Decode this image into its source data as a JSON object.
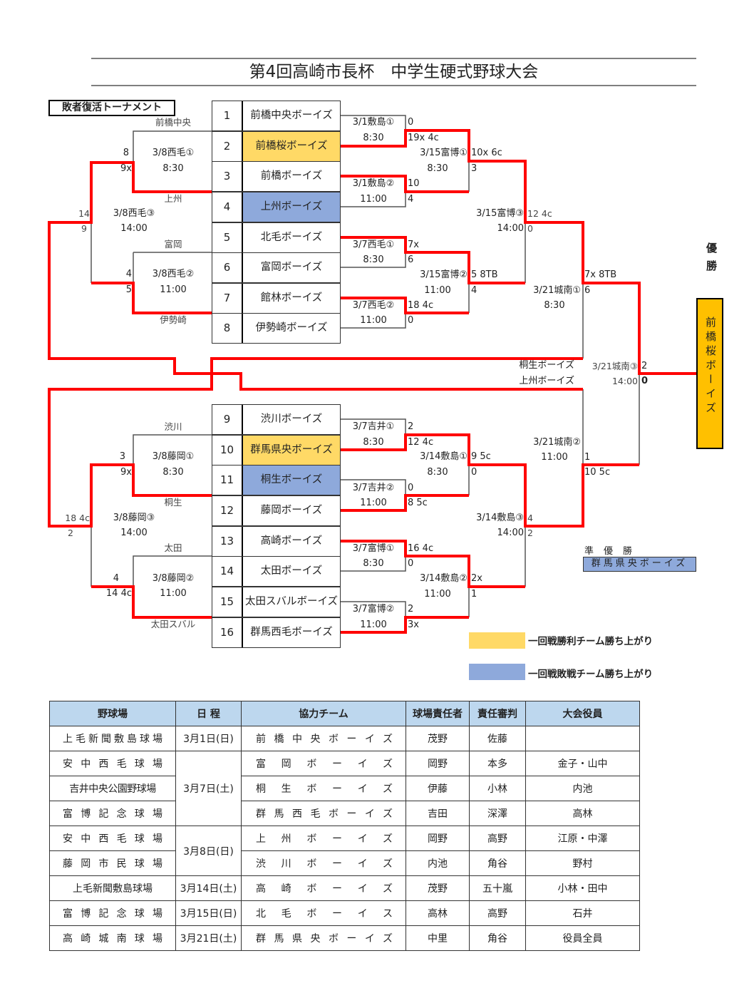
{
  "title": "第4回高崎市長杯　中学生硬式野球大会",
  "consolation_title": "敗者復活トーナメント",
  "teams": [
    {
      "seed": "1",
      "name": "前橋中央ボーイズ"
    },
    {
      "seed": "2",
      "name": "前橋桜ボーイズ"
    },
    {
      "seed": "3",
      "name": "前橋ボーイズ"
    },
    {
      "seed": "4",
      "name": "上州ボーイズ"
    },
    {
      "seed": "5",
      "name": "北毛ボーイズ"
    },
    {
      "seed": "6",
      "name": "富岡ボーイズ"
    },
    {
      "seed": "7",
      "name": "館林ボーイズ"
    },
    {
      "seed": "8",
      "name": "伊勢崎ボーイズ"
    },
    {
      "seed": "9",
      "name": "渋川ボーイズ"
    },
    {
      "seed": "10",
      "name": "群馬県央ボーイズ"
    },
    {
      "seed": "11",
      "name": "桐生ボーイズ"
    },
    {
      "seed": "12",
      "name": "藤岡ボーイズ"
    },
    {
      "seed": "13",
      "name": "高崎ボーイズ"
    },
    {
      "seed": "14",
      "name": "太田ボーイズ"
    },
    {
      "seed": "15",
      "name": "太田スバルボーイズ"
    },
    {
      "seed": "16",
      "name": "群馬西毛ボーイズ"
    }
  ],
  "consolation": {
    "short_names": [
      "前橋中央",
      "上州",
      "富岡",
      "伊勢崎",
      "渋川",
      "桐生",
      "太田",
      "太田スバル"
    ],
    "matches": [
      {
        "venue": "3/8西毛①",
        "time": "8:30",
        "score_top": "8",
        "score_bottom": "9x"
      },
      {
        "venue": "3/8西毛②",
        "time": "11:00",
        "score_top": "4",
        "score_bottom": "5"
      },
      {
        "venue": "3/8西毛③",
        "time": "14:00",
        "score_top": "14",
        "score_bottom": "9"
      },
      {
        "venue": "3/8藤岡①",
        "time": "8:30",
        "score_top": "3",
        "score_bottom": "9x"
      },
      {
        "venue": "3/8藤岡②",
        "time": "11:00",
        "score_top": "4",
        "score_bottom": "14 4c"
      },
      {
        "venue": "3/8藤岡③",
        "time": "14:00",
        "score_top": "18 4c",
        "score_bottom": "2"
      }
    ],
    "qualifiers": [
      "桐生ボーイズ",
      "上州ボーイズ"
    ]
  },
  "main": {
    "matches": [
      {
        "venue": "3/1敷島①",
        "time": "8:30",
        "score_top": "0",
        "score_bottom": "19x 4c"
      },
      {
        "venue": "3/1敷島②",
        "time": "11:00",
        "score_top": "10",
        "score_bottom": "4"
      },
      {
        "venue": "3/7西毛①",
        "time": "8:30",
        "score_top": "7x",
        "score_bottom": "6"
      },
      {
        "venue": "3/7西毛②",
        "time": "11:00",
        "score_top": "18 4c",
        "score_bottom": "0"
      },
      {
        "venue": "3/7吉井①",
        "time": "8:30",
        "score_top": "2",
        "score_bottom": "12 4c"
      },
      {
        "venue": "3/7吉井②",
        "time": "11:00",
        "score_top": "0",
        "score_bottom": "8 5c"
      },
      {
        "venue": "3/7富博①",
        "time": "8:30",
        "score_top": "16 4c",
        "score_bottom": "0"
      },
      {
        "venue": "3/7富博②",
        "time": "11:00",
        "score_top": "2",
        "score_bottom": "3x"
      },
      {
        "venue": "3/15富博①",
        "time": "8:30",
        "score_top": "10x 6c",
        "score_bottom": "3"
      },
      {
        "venue": "3/15富博②",
        "time": "11:00",
        "score_top": "5 8TB",
        "score_bottom": "4"
      },
      {
        "venue": "3/14敷島①",
        "time": "8:30",
        "score_top": "9 5c",
        "score_bottom": "0"
      },
      {
        "venue": "3/14敷島②",
        "time": "11:00",
        "score_top": "2x",
        "score_bottom": "1"
      },
      {
        "venue": "3/15富博③",
        "time": "14:00",
        "score_top": "12 4c",
        "score_bottom": "0"
      },
      {
        "venue": "3/14敷島③",
        "time": "14:00",
        "score_top": "4",
        "score_bottom": "2"
      },
      {
        "venue": "3/21城南①",
        "time": "8:30",
        "score_top": "7x 8TB",
        "score_bottom": "6"
      },
      {
        "venue": "3/21城南②",
        "time": "11:00",
        "score_top": "1",
        "score_bottom": "10 5c"
      },
      {
        "venue": "3/21城南③",
        "time": "14:00",
        "score_top": "2",
        "score_bottom": "0"
      }
    ]
  },
  "champion": {
    "label": "優勝",
    "team": "前橋桜ボーイズ"
  },
  "runner_up": {
    "label": "準優勝",
    "team": "群馬県央ボーイズ"
  },
  "legend": [
    {
      "label": "一回戦勝利チーム勝ち上がり",
      "color": "#FFD966"
    },
    {
      "label": "一回戦敗戦チーム勝ち上がり",
      "color": "#8EA9DB"
    }
  ],
  "colors": {
    "winner_line": "#FF0000",
    "header_bg": "#BDD7EE",
    "champion_bg": "#FFC000"
  },
  "schedule": {
    "headers": [
      "野球場",
      "日 程",
      "協力チーム",
      "球場責任者",
      "責任審判",
      "大会役員"
    ],
    "rows": [
      {
        "venue": "上毛新聞敷島球場",
        "date": "3月1日(日)",
        "team": "前橋中央ボーイズ",
        "manager": "茂野",
        "umpire": "佐藤",
        "officials": ""
      },
      {
        "venue": "安中西毛球場",
        "date": "3月7日(土)",
        "team": "富岡ボーイズ",
        "manager": "岡野",
        "umpire": "本多",
        "officials": "金子・山中"
      },
      {
        "venue": "吉井中央公園野球場",
        "date": "",
        "team": "桐生ボーイズ",
        "manager": "伊藤",
        "umpire": "小林",
        "officials": "内池"
      },
      {
        "venue": "富博記念球場",
        "date": "",
        "team": "群馬西毛ボーイズ",
        "manager": "吉田",
        "umpire": "深澤",
        "officials": "高林"
      },
      {
        "venue": "安中西毛球場",
        "date": "3月8日(日)",
        "team": "上州ボーイズ",
        "manager": "岡野",
        "umpire": "高野",
        "officials": "江原・中澤"
      },
      {
        "venue": "藤岡市民球場",
        "date": "",
        "team": "渋川ボーイズ",
        "manager": "内池",
        "umpire": "角谷",
        "officials": "野村"
      },
      {
        "venue": "上毛新聞敷島球場",
        "date": "3月14日(土)",
        "team": "高崎ボーイズ",
        "manager": "茂野",
        "umpire": "五十嵐",
        "officials": "小林・田中"
      },
      {
        "venue": "富博記念球場",
        "date": "3月15日(日)",
        "team": "北毛ボーイス",
        "manager": "高林",
        "umpire": "高野",
        "officials": "石井"
      },
      {
        "venue": "高崎城南球場",
        "date": "3月21日(土)",
        "team": "群馬県央ボーイズ",
        "manager": "中里",
        "umpire": "角谷",
        "officials": "役員全員"
      }
    ]
  }
}
